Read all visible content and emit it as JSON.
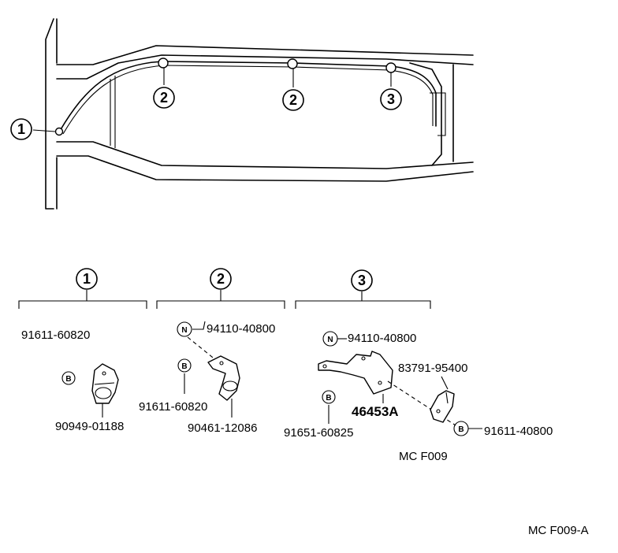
{
  "callouts": {
    "c1": "1",
    "c2a": "2",
    "c2b": "2",
    "c3": "3"
  },
  "groups": {
    "g1": {
      "label": "1",
      "parts": {
        "top": "91611-60820",
        "bottom": "90949-01188"
      },
      "badge": "B"
    },
    "g2": {
      "label": "2",
      "parts": {
        "nut": "94110-40800",
        "bolt": "91611-60820",
        "clamp": "90461-12086"
      },
      "badges": {
        "n": "N",
        "b": "B"
      }
    },
    "g3": {
      "label": "3",
      "parts": {
        "nut": "94110-40800",
        "clip": "83791-95400",
        "bracket": "46453A",
        "bolt_left": "91651-60825",
        "bolt_right": "91611-40800"
      },
      "badges": {
        "n": "N",
        "b1": "B",
        "b2": "B"
      },
      "code": "MC F009"
    }
  },
  "figure_code": "MC F009-A"
}
